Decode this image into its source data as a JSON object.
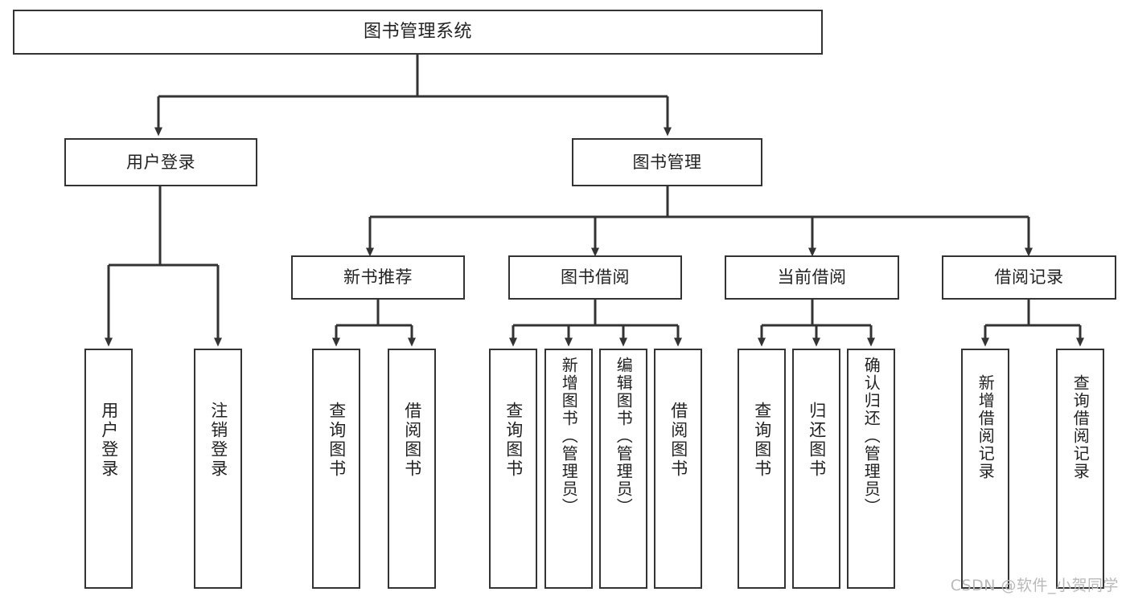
{
  "diagram": {
    "type": "tree",
    "title": "图书管理系统",
    "orientation": "top-down",
    "colors": {
      "box_border": "#333333",
      "box_fill": "#ffffff",
      "edge": "#333333",
      "text": "#222222",
      "watermark": "#b9b9b9"
    },
    "root": {
      "label": "图书管理系统"
    },
    "level1": [
      {
        "id": "user-login",
        "label": "用户登录"
      },
      {
        "id": "book-manage",
        "label": "图书管理"
      }
    ],
    "level2": [
      {
        "id": "new-book-rec",
        "label": "新书推荐",
        "parent": "book-manage"
      },
      {
        "id": "book-borrow",
        "label": "图书借阅",
        "parent": "book-manage"
      },
      {
        "id": "current-borrow",
        "label": "当前借阅",
        "parent": "book-manage"
      },
      {
        "id": "borrow-record",
        "label": "借阅记录",
        "parent": "book-manage"
      }
    ],
    "leaves": [
      {
        "id": "leaf-user-login",
        "label": "用户登录",
        "parent": "user-login"
      },
      {
        "id": "leaf-user-logout",
        "label": "注销登录",
        "parent": "user-login"
      },
      {
        "id": "leaf-query-book-1",
        "label": "查询图书",
        "parent": "new-book-rec"
      },
      {
        "id": "leaf-borrow-book-1",
        "label": "借阅图书",
        "parent": "new-book-rec"
      },
      {
        "id": "leaf-query-book-2",
        "label": "查询图书",
        "parent": "book-borrow"
      },
      {
        "id": "leaf-add-book",
        "label": "新增图书（管理员）",
        "parent": "book-borrow"
      },
      {
        "id": "leaf-edit-book",
        "label": "编辑图书（管理员）",
        "parent": "book-borrow"
      },
      {
        "id": "leaf-borrow-book-2",
        "label": "借阅图书",
        "parent": "book-borrow"
      },
      {
        "id": "leaf-query-book-3",
        "label": "查询图书",
        "parent": "current-borrow"
      },
      {
        "id": "leaf-return-book",
        "label": "归还图书",
        "parent": "current-borrow"
      },
      {
        "id": "leaf-confirm-return",
        "label": "确认归还（管理员）",
        "parent": "current-borrow"
      },
      {
        "id": "leaf-add-record",
        "label": "新增借阅记录",
        "parent": "borrow-record"
      },
      {
        "id": "leaf-query-record",
        "label": "查询借阅记录",
        "parent": "borrow-record"
      }
    ]
  },
  "watermark": {
    "text": "CSDN @软件_小贺同学"
  }
}
